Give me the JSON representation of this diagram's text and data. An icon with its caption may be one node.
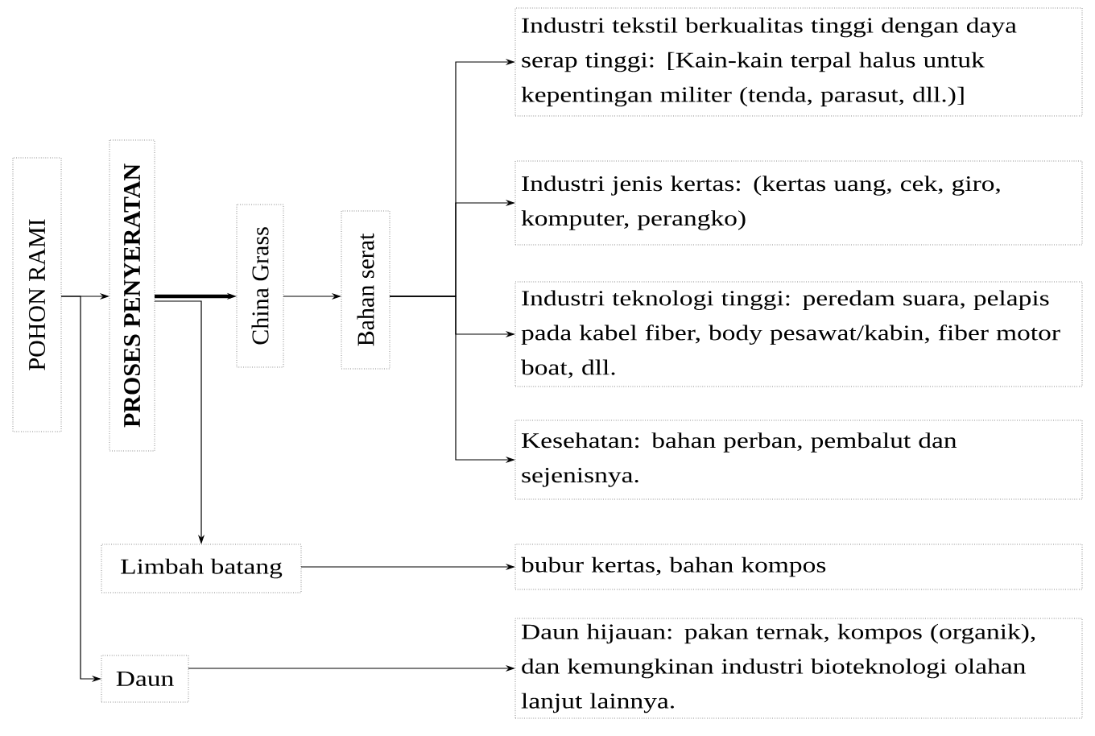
{
  "diagram": {
    "nodes": [
      {
        "text": [
          "POHON RAMI"
        ]
      },
      {
        "text": [
          "PROSES PENYERATAN"
        ]
      },
      {
        "text": [
          "China Grass"
        ]
      },
      {
        "text": [
          "Bahan serat"
        ]
      },
      {
        "text": [
          "Industri tekstil berkualitas tinggi dengan daya serap tinggi: [Kain-kain terpal halus untuk kepentingan militer (tenda, parasut, dll.)]"
        ]
      },
      {
        "text": [
          "Industri jenis kertas: (kertas uang, cek, giro, komputer, perangko)"
        ]
      },
      {
        "text": [
          "Industri teknologi tinggi: peredam suara, pelapis pada kabel fiber, body pesawat/kabin, fiber motor boat, dll."
        ]
      },
      {
        "text": [
          "Kesehatan: bahan perban, pembalut dan sejenisnya."
        ]
      },
      {
        "text": [
          "Limbah batang"
        ]
      },
      {
        "text": [
          "bubur kertas, bahan kompos"
        ]
      },
      {
        "text": [
          "Daun"
        ]
      },
      {
        "text": [
          "Daun hijauan: pakan ternak, kompos (organik), dan  kemungkinan industri bioteknologi olahan lanjut lainnya."
        ]
      }
    ],
    "edges": [
      {
        "from": 0,
        "to": 1,
        "arrow": "to"
      },
      {
        "from": 1,
        "to": 2,
        "arrow": "to",
        "style": "thick"
      },
      {
        "from": 2,
        "to": 3,
        "arrow": "to"
      },
      {
        "from": 3,
        "to": 4,
        "arrow": "to"
      },
      {
        "from": 3,
        "to": 5,
        "arrow": "to"
      },
      {
        "from": 3,
        "to": 6,
        "arrow": "to"
      },
      {
        "from": 3,
        "to": 7,
        "arrow": "to"
      },
      {
        "from": 1,
        "to": 8,
        "arrow": "to"
      },
      {
        "from": 0,
        "to": 10,
        "arrow": "to"
      },
      {
        "from": 8,
        "to": 9,
        "arrow": "to"
      },
      {
        "from": 10,
        "to": 11,
        "arrow": "to"
      }
    ]
  }
}
